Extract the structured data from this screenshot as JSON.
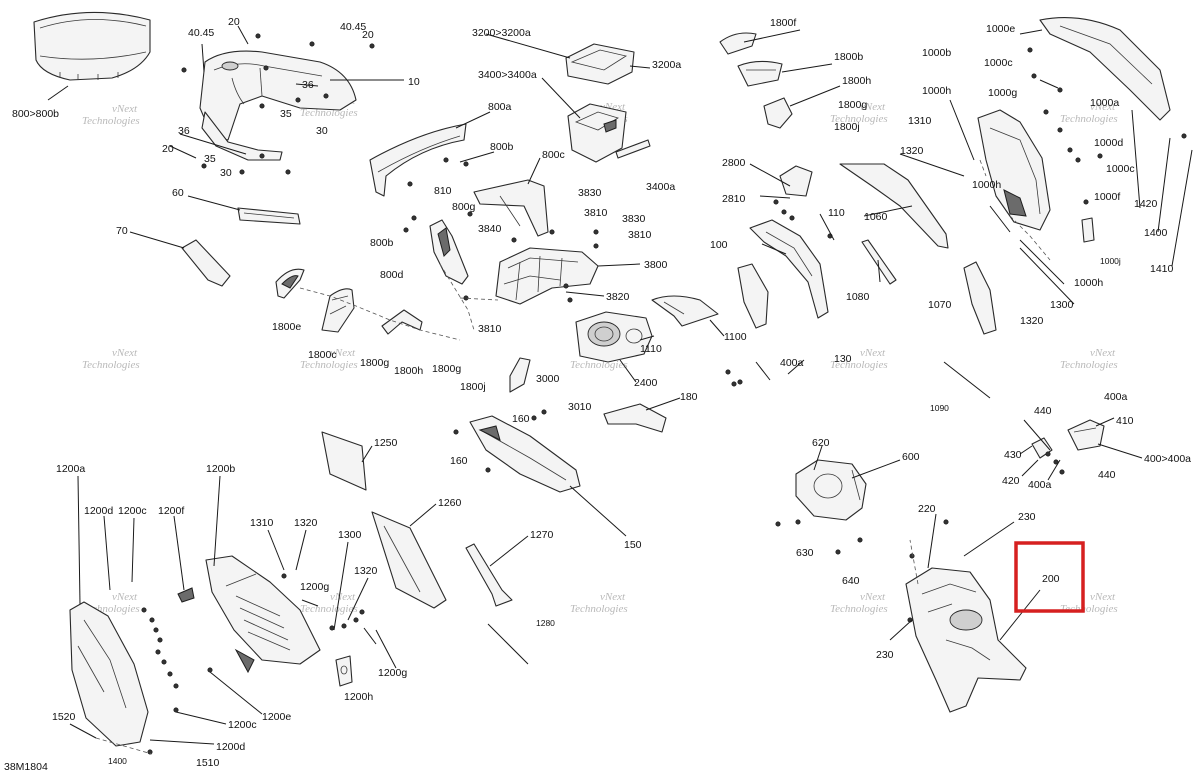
{
  "diagram": {
    "drawing_number": "38M1804",
    "highlight_color": "#d62020",
    "highlighted_part": "200",
    "watermark": {
      "line1": "vNext",
      "line2": "Technologies"
    },
    "callouts": {
      "c_800_800b": "800>800b",
      "c_40_45_a": "40.45",
      "c_20_a": "20",
      "c_40_45_b": "40.45",
      "c_20_b": "20",
      "c_10": "10",
      "c_36_a": "36",
      "c_35_a": "35",
      "c_30_a": "30",
      "c_36_b": "36",
      "c_20_c": "20",
      "c_35_b": "35",
      "c_30_b": "30",
      "c_60": "60",
      "c_70": "70",
      "c_1800e": "1800e",
      "c_1800c": "1800c",
      "c_1800g_a": "1800g",
      "c_1800h": "1800h",
      "c_1800g_b": "1800g",
      "c_1800j": "1800j",
      "c_800a": "800a",
      "c_800b_a": "800b",
      "c_800c": "800c",
      "c_810": "810",
      "c_800g": "800g",
      "c_800b_b": "800b",
      "c_800d": "800d",
      "c_3200_3200a": "3200>3200a",
      "c_3200a": "3200a",
      "c_3400_3400a": "3400>3400a",
      "c_3400a": "3400a",
      "c_3830_a": "3830",
      "c_3810_a": "3810",
      "c_3830_b": "3830",
      "c_3840": "3840",
      "c_3810_b": "3810",
      "c_3800": "3800",
      "c_3820": "3820",
      "c_3810_c": "3810",
      "c_1110": "1110",
      "c_2400": "2400",
      "c_3000": "3000",
      "c_3010": "3010",
      "c_160_a": "160",
      "c_160_b": "160",
      "c_180": "180",
      "c_1100": "1100",
      "c_150": "150",
      "c_1800f": "1800f",
      "c_1800b": "1800b",
      "c_1800h_b": "1800h",
      "c_1800g_c": "1800g",
      "c_1800j_b": "1800j",
      "c_2800": "2800",
      "c_2810": "2810",
      "c_110": "110",
      "c_100": "100",
      "c_1060": "1060",
      "c_1080": "1080",
      "c_400a_a": "400a",
      "c_130": "130",
      "c_1090": "1090",
      "c_1000e": "1000e",
      "c_1000b": "1000b",
      "c_1000c_a": "1000c",
      "c_1000g": "1000g",
      "c_1000h_a": "1000h",
      "c_1000a": "1000a",
      "c_1310_a": "1310",
      "c_1320_a": "1320",
      "c_1000d": "1000d",
      "c_1000c_b": "1000c",
      "c_1000h_b": "1000h",
      "c_1000f": "1000f",
      "c_1420": "1420",
      "c_1400_a": "1400",
      "c_1410": "1410",
      "c_1000j": "1000j",
      "c_1000h_c": "1000h",
      "c_1070": "1070",
      "c_1300_a": "1300",
      "c_1320_b": "1320",
      "c_440_a": "440",
      "c_400a_b": "400a",
      "c_410": "410",
      "c_430": "430",
      "c_420": "420",
      "c_400a_c": "400a",
      "c_440_b": "440",
      "c_400_400a": "400>400a",
      "c_620": "620",
      "c_600": "600",
      "c_630": "630",
      "c_640": "640",
      "c_220": "220",
      "c_230_a": "230",
      "c_200": "200",
      "c_230_b": "230",
      "c_1200a": "1200a",
      "c_1200d_a": "1200d",
      "c_1200c_a": "1200c",
      "c_1200f": "1200f",
      "c_1200b": "1200b",
      "c_1310_b": "1310",
      "c_1320_c": "1320",
      "c_1200g_a": "1200g",
      "c_1300_b": "1300",
      "c_1320_d": "1320",
      "c_1200g_b": "1200g",
      "c_1200h": "1200h",
      "c_1200e": "1200e",
      "c_1200c_b": "1200c",
      "c_1200d_b": "1200d",
      "c_1520": "1520",
      "c_1400_b": "1400",
      "c_1510": "1510",
      "c_1250": "1250",
      "c_1260": "1260",
      "c_1270": "1270",
      "c_1280": "1280"
    }
  }
}
